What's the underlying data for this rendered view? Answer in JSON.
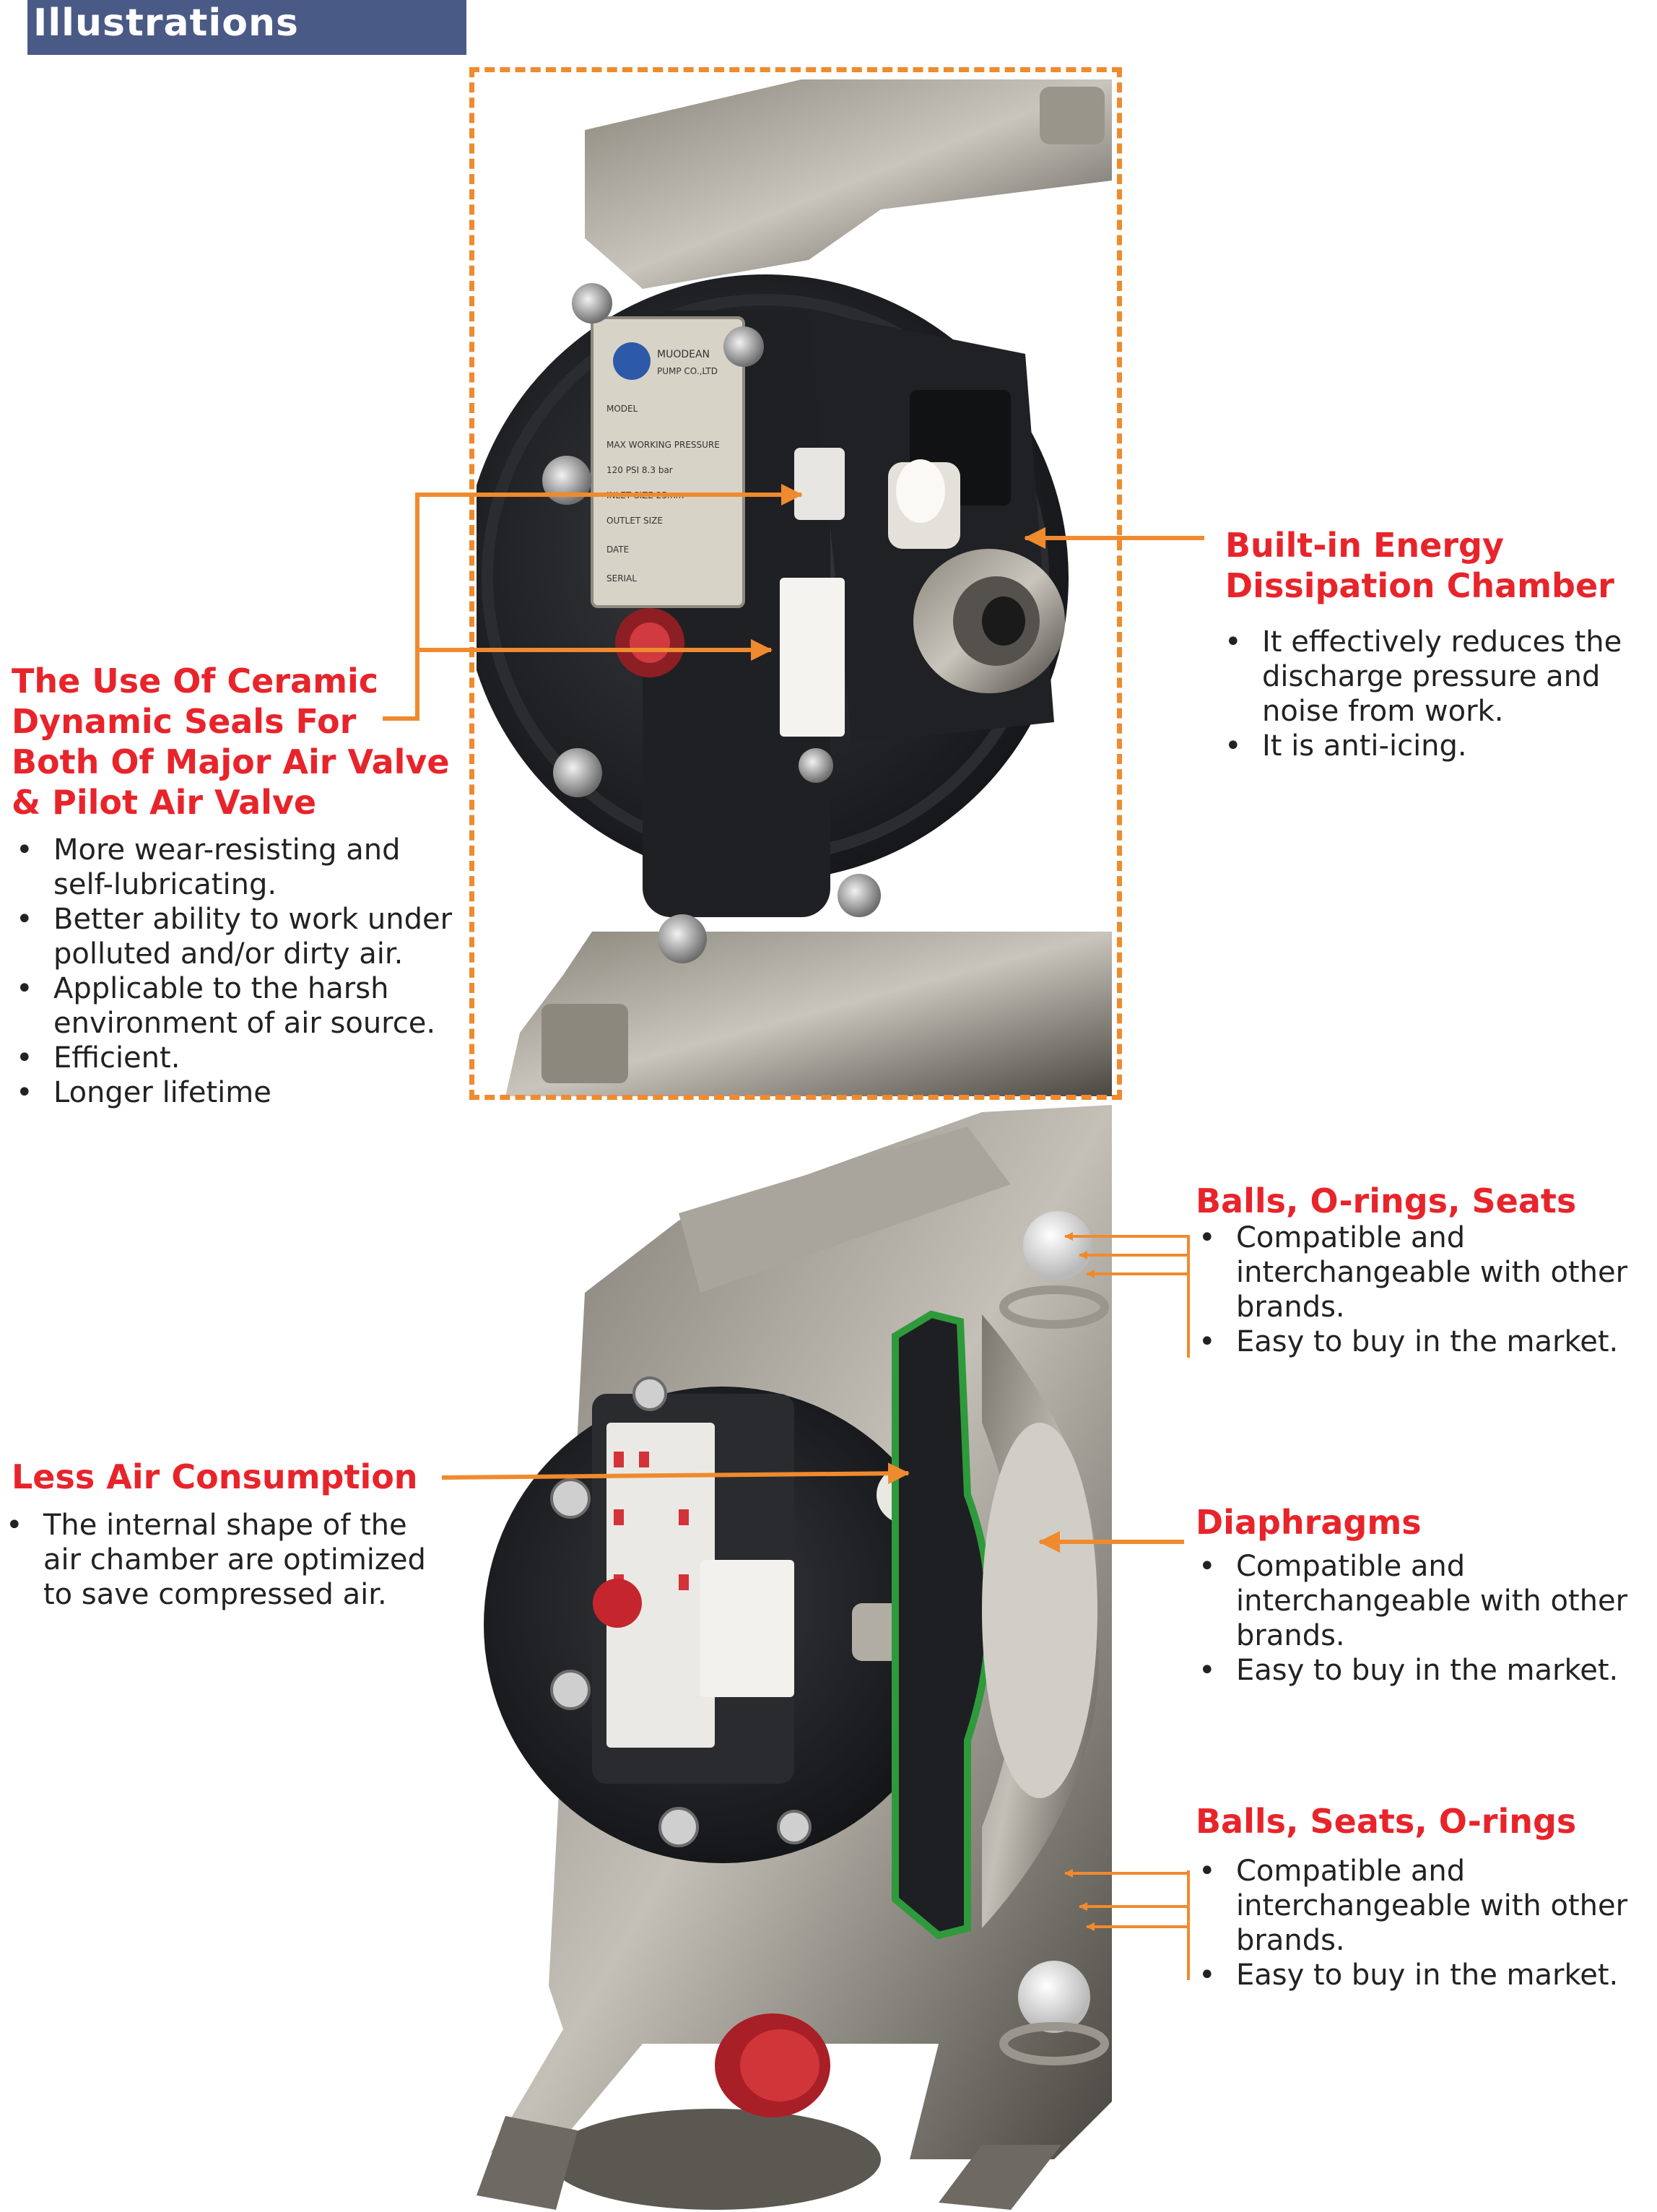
{
  "header": {
    "title": "Illustrations"
  },
  "colors": {
    "accent_orange": "#f08a2e",
    "title_red": "#e8242b",
    "header_blue": "#4a5a86"
  },
  "features": {
    "ceramic": {
      "title": "The Use Of Ceramic\nDynamic Seals For\nBoth Of Major Air Valve\n& Pilot Air Valve",
      "bullets": [
        "More wear-resisting and self-lubricating.",
        "Better ability to work under polluted and/or dirty air.",
        "Applicable to the harsh environment of air source.",
        "Efficient.",
        "Longer lifetime"
      ]
    },
    "energy": {
      "title": "Built-in Energy\nDissipation Chamber",
      "bullets": [
        "It effectively reduces the discharge pressure and noise from work.",
        "It is anti-icing."
      ]
    },
    "balls_top": {
      "title": "Balls, O-rings, Seats",
      "bullets": [
        "Compatible and interchangeable with other brands.",
        "Easy to buy in the market."
      ]
    },
    "air": {
      "title": "Less Air Consumption",
      "bullets": [
        "The internal shape of the air chamber are optimized to save compressed air."
      ]
    },
    "diaphragms": {
      "title": "Diaphragms",
      "bullets": [
        "Compatible and interchangeable with other brands.",
        "Easy to buy in the market."
      ]
    },
    "balls_bottom": {
      "title": "Balls, Seats, O-rings",
      "bullets": [
        "Compatible and interchangeable with other brands.",
        "Easy to buy in the market."
      ]
    }
  },
  "nameplate": {
    "brand": "MUODEAN",
    "company": "PUMP CO.,LTD",
    "rows": [
      "MODEL",
      "MAX WORKING PRESSURE",
      "120 PSI 8.3 bar",
      "INLET SIZE 25mm",
      "OUTLET SIZE",
      "DATE",
      "SERIAL"
    ]
  }
}
